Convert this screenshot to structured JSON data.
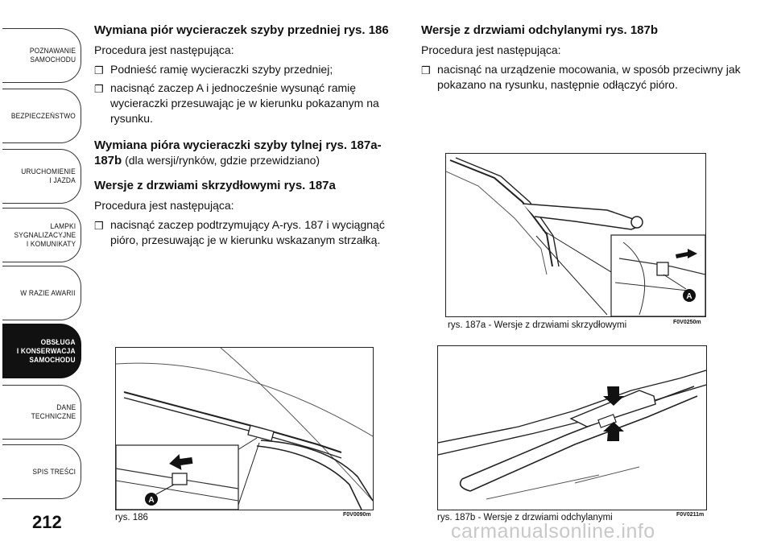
{
  "sidebar": {
    "tabs": [
      {
        "label": "POZNAWANIE\nSAMOCHODU",
        "active": false
      },
      {
        "label": "BEZPIECZEŃSTWO",
        "active": false
      },
      {
        "label": "URUCHOMIENIE\nI JAZDA",
        "active": false
      },
      {
        "label": "LAMPKI\nSYGNALIZACYJNE\nI KOMUNIKATY",
        "active": false
      },
      {
        "label": "W RAZIE AWARII",
        "active": false
      },
      {
        "label": "OBSŁUGA\nI KONSERWACJA\nSAMOCHODU",
        "active": true
      },
      {
        "label": "DANE\nTECHNICZNE",
        "active": false
      },
      {
        "label": "SPIS TREŚCI",
        "active": false
      }
    ],
    "page_number": "212"
  },
  "left_column": {
    "heading1": "Wymiana piór wycieraczek szyby przedniej rys. 186",
    "intro1": "Procedura jest następująca:",
    "steps1": [
      "Podnieść ramię wycieraczki szyby przedniej;",
      "nacisnąć zaczep A i jednocześnie wysunąć ramię wycieraczki przesuwając je w kierunku pokazanym na rysunku."
    ],
    "heading2_bold": "Wymiana pióra wycieraczki szyby tylnej rys. 187a-187b",
    "heading2_rest": " (dla wersji/rynków, gdzie przewidziano)",
    "heading3": "Wersje z drzwiami skrzydłowymi rys. 187a",
    "intro3": "Procedura jest następująca:",
    "steps3": [
      "nacisnąć zaczep podtrzymujący A-rys. 187 i wyciągnąć pióro, przesuwając je w kierunku wskazanym strzałką."
    ]
  },
  "right_column": {
    "heading": "Wersje z drzwiami odchylanymi rys. 187b",
    "intro": "Procedura jest następująca:",
    "steps": [
      "nacisnąć na urządzenie mocowania, w sposób przeciwny jak pokazano na rysunku, następnie odłączyć pióro."
    ]
  },
  "figures": {
    "fig186": {
      "caption": "rys. 186",
      "code": "F0V0090m",
      "marker": "A"
    },
    "fig187a": {
      "caption": "rys. 187a - Wersje z drzwiami skrzydłowymi",
      "code": "F0V0250m",
      "marker": "A"
    },
    "fig187b": {
      "caption": "rys. 187b - Wersje z drzwiami odchylanymi",
      "code": "F0V0211m"
    }
  },
  "box_glyph": "❒",
  "watermark": "carmanualsonline.info"
}
